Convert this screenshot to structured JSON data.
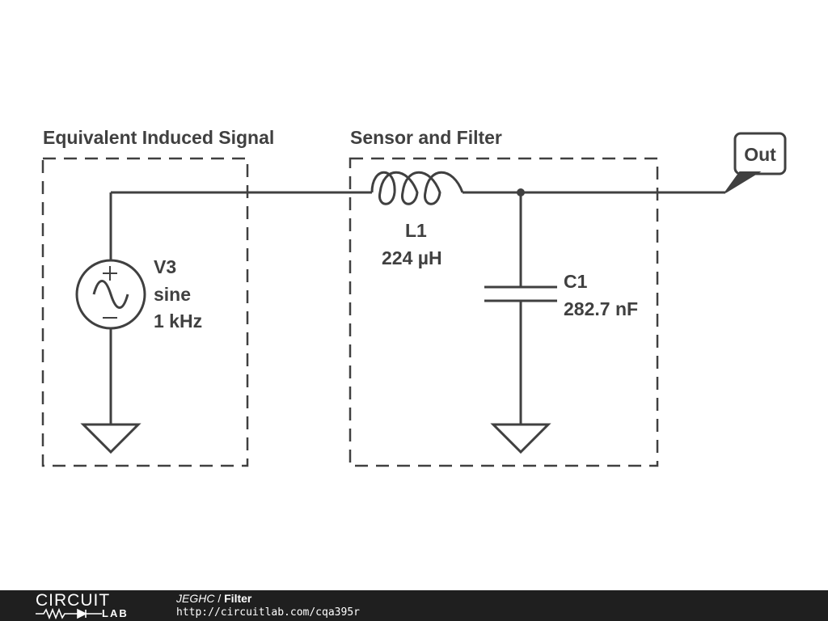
{
  "diagram": {
    "groups": [
      {
        "id": "equivalent-induced-signal",
        "title": "Equivalent Induced Signal"
      },
      {
        "id": "sensor-and-filter",
        "title": "Sensor and Filter"
      }
    ],
    "components": {
      "v3": {
        "name": "V3",
        "type": "sine",
        "value": "1 kHz"
      },
      "l1": {
        "name": "L1",
        "value": "224 µH"
      },
      "c1": {
        "name": "C1",
        "value": "282.7 nF"
      }
    },
    "output_label": "Out",
    "source_plus": "+",
    "source_minus": "−"
  },
  "footer": {
    "logo_top": "CIRCUIT",
    "logo_bottom": "LAB",
    "author": "JEGHC",
    "separator": " / ",
    "title": "Filter",
    "url": "http://circuitlab.com/cqa395r"
  },
  "colors": {
    "wire": "#404040",
    "footer_bg": "#1f1f1f"
  }
}
